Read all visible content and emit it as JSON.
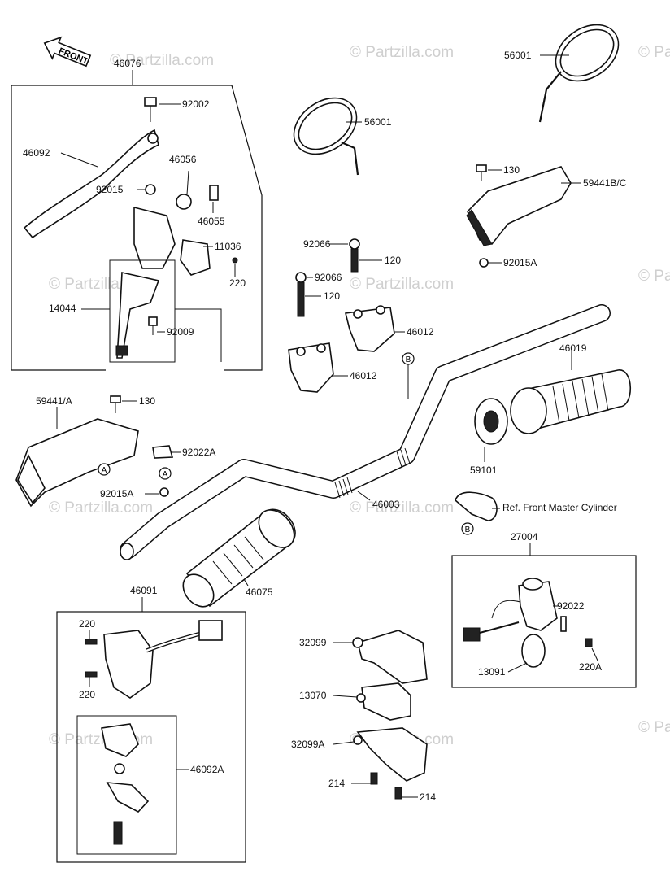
{
  "front_label": "FRONT",
  "watermark": "© Partzilla.com",
  "labels": {
    "p46076": "46076",
    "p92002": "92002",
    "p46092": "46092",
    "p46056": "46056",
    "p92015": "92015",
    "p46055": "46055",
    "p11036": "11036",
    "p220a": "220",
    "p14044": "14044",
    "p92009": "92009",
    "p56001a": "56001",
    "p56001b": "56001",
    "p130a": "130",
    "p59441bc": "59441B/C",
    "p92015a_r": "92015A",
    "p92066a": "92066",
    "p120a": "120",
    "p92066b": "92066",
    "p120b": "120",
    "p46012a": "46012",
    "p46012b": "46012",
    "p46019": "46019",
    "p59441a": "59441/A",
    "p130b": "130",
    "p92022a": "92022A",
    "p92015a_l": "92015A",
    "p46003": "46003",
    "p59101": "59101",
    "ref_master": "Ref. Front Master Cylinder",
    "p27004": "27004",
    "p92022": "92022",
    "p13091": "13091",
    "p220a_r": "220A",
    "p46091": "46091",
    "p220b": "220",
    "p220c": "220",
    "p46092a": "46092A",
    "p46075": "46075",
    "p32099": "32099",
    "p13070": "13070",
    "p32099a": "32099A",
    "p214a": "214",
    "p214b": "214"
  },
  "markers": {
    "a": "A",
    "b": "B"
  }
}
